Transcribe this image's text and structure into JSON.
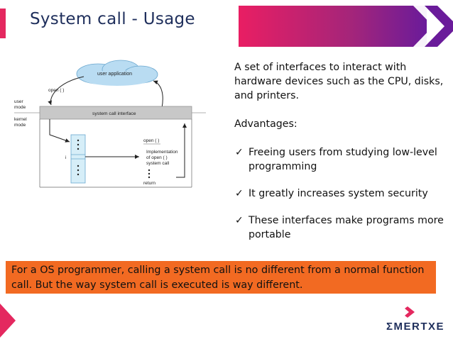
{
  "slide": {
    "title": "System call - Usage"
  },
  "colors": {
    "accent_pink": "#e4285f",
    "title_navy": "#1f2f5c",
    "note_orange": "#f26a22",
    "banner_gradient_start": "#e91e63",
    "banner_gradient_end": "#6a1b9a"
  },
  "diagram": {
    "cloud_label": "user application",
    "open_call_label": "open ( )",
    "user_mode_label_1": "user",
    "user_mode_label_2": "mode",
    "kernel_mode_label_1": "kernel",
    "kernel_mode_label_2": "mode",
    "interface_label": "system call interface",
    "index_label": "i",
    "impl_open_label": "open ( )",
    "impl_line_1": "Implementation",
    "impl_line_2": "of open ( )",
    "impl_line_3": "system call",
    "return_label": "return"
  },
  "right": {
    "description": "A set of interfaces to interact with hardware devices such as the CPU, disks, and printers.",
    "advantages_heading": "Advantages:",
    "check_icon": "✓",
    "advantages": [
      "Freeing users from studying low-level programming",
      "It greatly increases system security",
      "These interfaces make programs more portable"
    ]
  },
  "note": {
    "text": "For a OS programmer, calling a system call is no different from a normal function call. But the way system call is executed is way different."
  },
  "logo": {
    "text": "ΣMERTXE"
  }
}
